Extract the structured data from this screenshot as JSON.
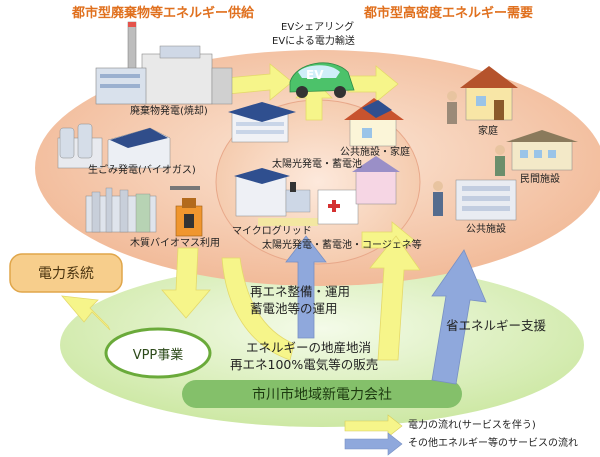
{
  "headers": {
    "supply": "都市型廃棄物等エネルギー供給",
    "demand": "都市型高密度エネルギー需要"
  },
  "ev": {
    "line1": "EVシェアリング",
    "line2": "EVによる電力輸送",
    "badge": "EV"
  },
  "supply": {
    "waste": "廃棄物発電(焼却)",
    "biogas": "生ごみ発電(バイオガス)",
    "biomass": "木質バイオマス利用"
  },
  "center": {
    "public_line1": "公共施設・家庭",
    "public_line2": "太陽光発電・蓄電池",
    "microgrid_line1": "マイクログリッド",
    "microgrid_line2": "太陽光発電・蓄電池・コージェネ等"
  },
  "demand": {
    "home": "家庭",
    "private": "民間施設",
    "public": "公共施設"
  },
  "services": {
    "ops_line1": "再エネ整備・運用",
    "ops_line2": "蓄電池等の運用",
    "saving": "省エネルギー支援",
    "local_line1": "エネルギーの地産地消",
    "local_line2": "再エネ100%電気等の販売"
  },
  "grid": "電力系統",
  "vpp": "VPP事業",
  "company": "市川市地域新電力会社",
  "legend": {
    "power": "電力の流れ(サービスを伴う)",
    "other": "その他エネルギー等のサービスの流れ"
  },
  "colors": {
    "power_arrow": "#f6f58a",
    "service_arrow": "#8fa8dc",
    "header_text": "#e0701e",
    "upper_ellipse": "#f4c3a4",
    "lower_ellipse": "#d9efb4",
    "company_bar": "#84c06a",
    "vpp_ring": "#6aaa3a",
    "grid_box": "#f7ce8c",
    "ev_body": "#4cc26a"
  }
}
